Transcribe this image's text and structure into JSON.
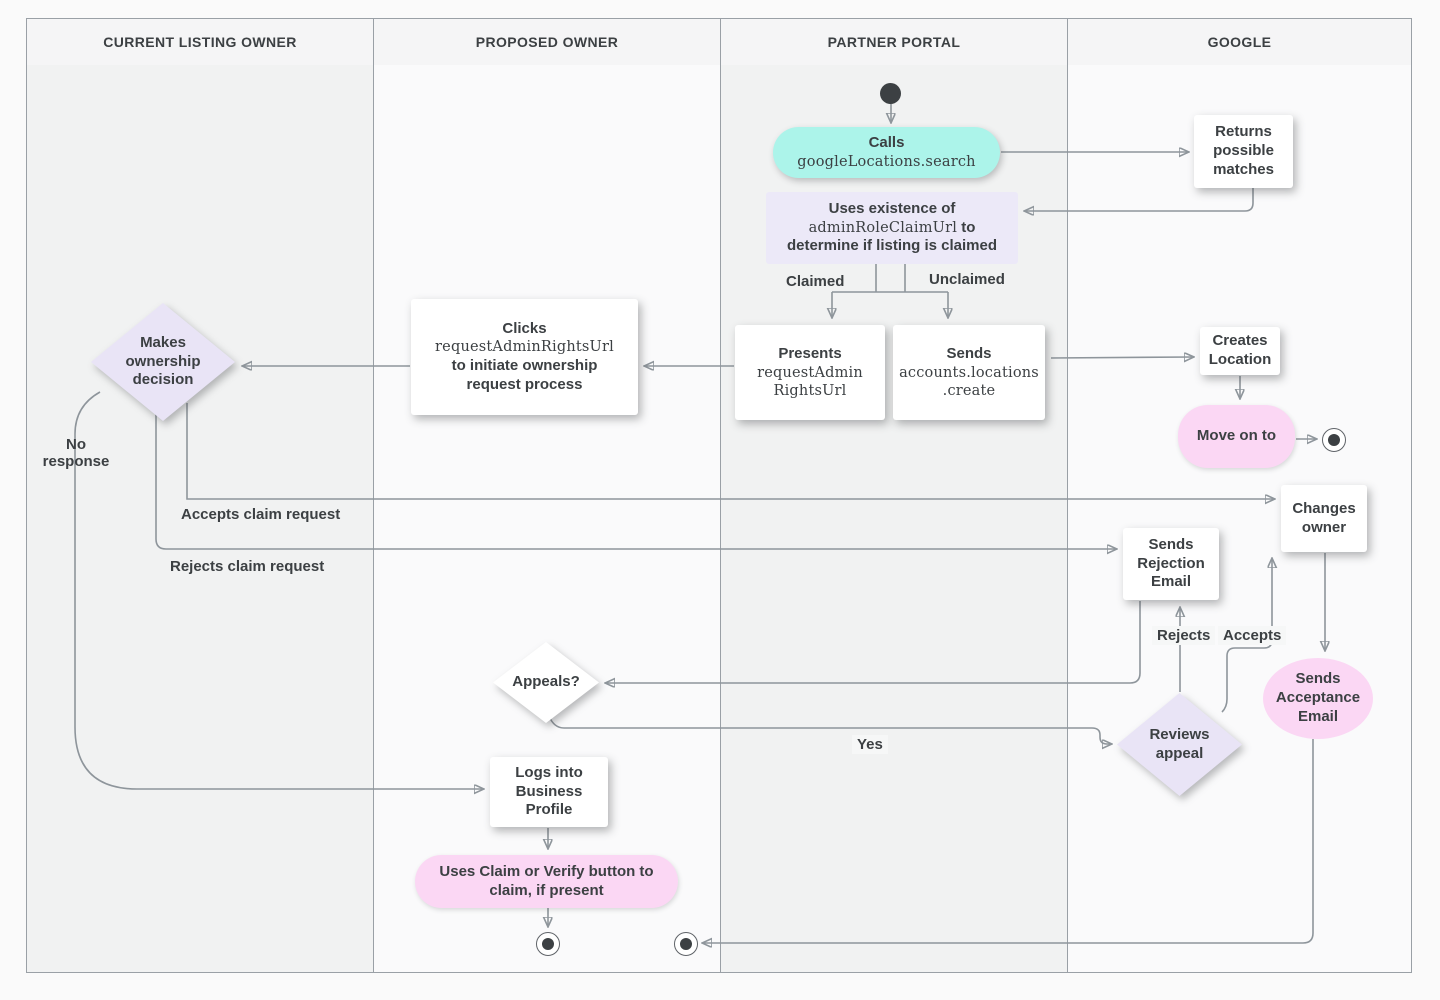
{
  "lanes": [
    "CURRENT LISTING OWNER",
    "PROPOSED OWNER",
    "PARTNER PORTAL",
    "GOOGLE"
  ],
  "nodes": {
    "calls": {
      "title": "Calls",
      "code": "googleLocations.search"
    },
    "returns_matches": {
      "label": "Returns possible matches"
    },
    "uses_existence": {
      "pre": "Uses existence of",
      "code": "adminRoleClaimUrl",
      "post": "to determine if listing is claimed"
    },
    "presents": {
      "title": "Presents",
      "code_lines": [
        "requestAdmin",
        "RightsUrl"
      ]
    },
    "sends_create": {
      "title": "Sends",
      "code_lines": [
        "accounts.locations",
        ".create"
      ]
    },
    "clicks": {
      "pre": "Clicks",
      "code": "requestAdminRightsUrl",
      "post": "to initiate ownership request process"
    },
    "makes_decision": {
      "label": "Makes ownership decision"
    },
    "creates_location": {
      "label": "Creates Location"
    },
    "move_on_to": {
      "label": "Move on to"
    },
    "changes_owner": {
      "label": "Changes owner"
    },
    "sends_rejection": {
      "label": "Sends Rejection Email"
    },
    "sends_acceptance": {
      "label": "Sends Acceptance Email"
    },
    "reviews_appeal": {
      "label": "Reviews appeal"
    },
    "appeals": {
      "label": "Appeals?"
    },
    "logs_in": {
      "label": "Logs into Business Profile"
    },
    "uses_claim": {
      "label": "Uses Claim or Verify button to claim, if present"
    }
  },
  "edge_labels": {
    "claimed": "Claimed",
    "unclaimed": "Unclaimed",
    "no_response": "No response",
    "accepts_claim": "Accepts claim request",
    "rejects_claim": "Rejects claim request",
    "rejects": "Rejects",
    "accepts": "Accepts",
    "yes": "Yes"
  },
  "colors": {
    "teal_action": "#ACF4EA",
    "lavender_decision": "#ECE9F8",
    "pink_outcome": "#FBD7F4",
    "line_grey": "#8E959B",
    "text_grey": "#3C4043",
    "lane_grey": "#F1F2F2",
    "lane_light": "#FAFAFB",
    "header_grey": "#F5F5F6"
  }
}
